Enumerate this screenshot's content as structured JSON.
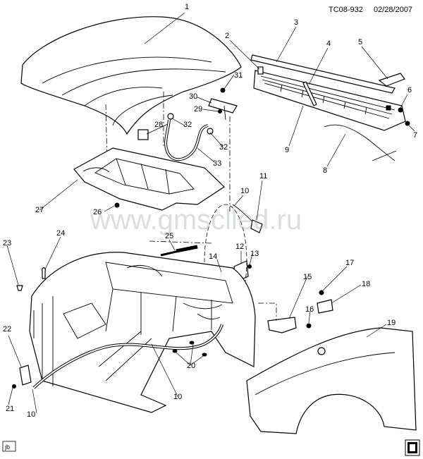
{
  "header": {
    "diagram_code": "TC08-932",
    "date": "02/28/2007"
  },
  "watermark": "www.gmsclled.ru",
  "corner_tag": "jb",
  "callouts": {
    "c1": "1",
    "c2": "2",
    "c3": "3",
    "c4": "4",
    "c5": "5",
    "c6": "6",
    "c7": "7",
    "c8": "8",
    "c9": "9",
    "c10a": "10",
    "c10b": "10",
    "c10c": "10",
    "c11": "11",
    "c12": "12",
    "c13": "13",
    "c14": "14",
    "c15": "15",
    "c16": "16",
    "c17": "17",
    "c18": "18",
    "c19": "19",
    "c20": "20",
    "c21": "21",
    "c22": "22",
    "c23": "23",
    "c24": "24",
    "c25": "25",
    "c26": "26",
    "c27": "27",
    "c28": "28",
    "c29": "29",
    "c30": "30",
    "c31": "31",
    "c32a": "32",
    "c32b": "32",
    "c33": "33"
  }
}
